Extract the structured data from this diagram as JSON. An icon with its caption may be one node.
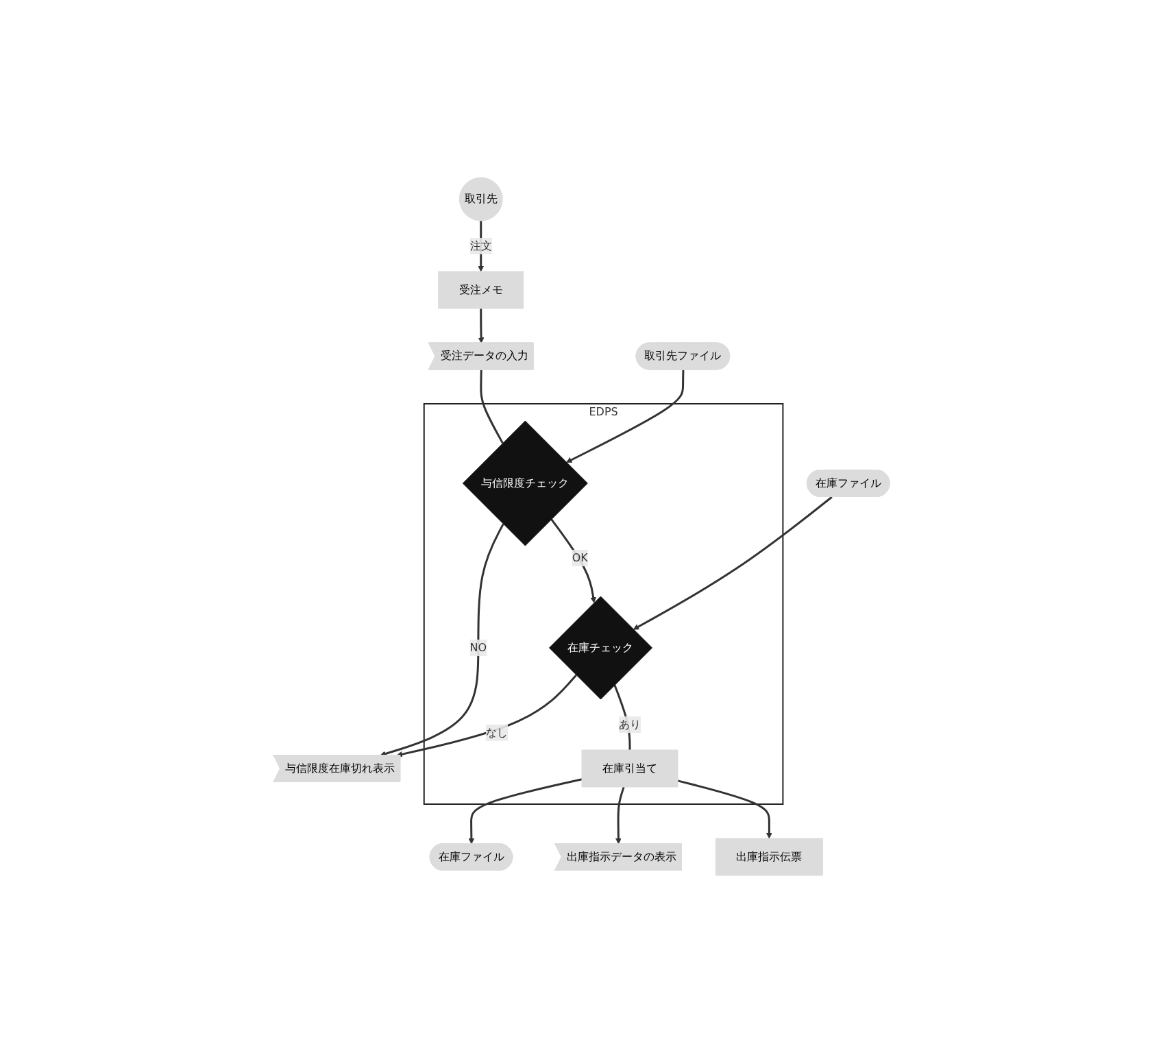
{
  "diagram": {
    "nodes": [
      {
        "text": [
          "取引先"
        ]
      },
      {
        "text": [
          "受注メモ"
        ]
      },
      {
        "text": [
          "受注データの入力"
        ]
      },
      {
        "text": [
          "EDPS"
        ]
      },
      {
        "text": [
          "与信限度チェック"
        ],
        "in": 3
      },
      {
        "text": [
          "取引先ファイル"
        ]
      },
      {
        "text": [
          "在庫チェック"
        ],
        "in": 3
      },
      {
        "text": [
          "在庫ファイル"
        ]
      },
      {
        "text": [
          "与信限度在庫切れ表示"
        ]
      },
      {
        "text": [
          "在庫引当て"
        ],
        "in": 3
      },
      {
        "text": [
          "在庫ファイル"
        ]
      },
      {
        "text": [
          "出庫指示データの表示"
        ]
      },
      {
        "text": [
          "出庫指示伝票"
        ]
      }
    ],
    "edges": [
      {
        "from": 0,
        "to": 1,
        "arrow": "to",
        "label": "注文"
      },
      {
        "from": 1,
        "to": 2,
        "arrow": "to"
      },
      {
        "from": 2,
        "to": 4,
        "arrow": "none"
      },
      {
        "from": 5,
        "to": 4,
        "arrow": "to"
      },
      {
        "from": 4,
        "to": 8,
        "arrow": "to",
        "label": "NO"
      },
      {
        "from": 4,
        "to": 6,
        "arrow": "to",
        "label": "OK"
      },
      {
        "from": 7,
        "to": 6,
        "arrow": "to"
      },
      {
        "from": 6,
        "to": 8,
        "arrow": "to",
        "label": "なし"
      },
      {
        "from": 6,
        "to": 9,
        "arrow": "none",
        "label": "あり"
      },
      {
        "from": 9,
        "to": 10,
        "arrow": "to"
      },
      {
        "from": 9,
        "to": 11,
        "arrow": "to"
      },
      {
        "from": 9,
        "to": 12,
        "arrow": "to"
      }
    ]
  }
}
